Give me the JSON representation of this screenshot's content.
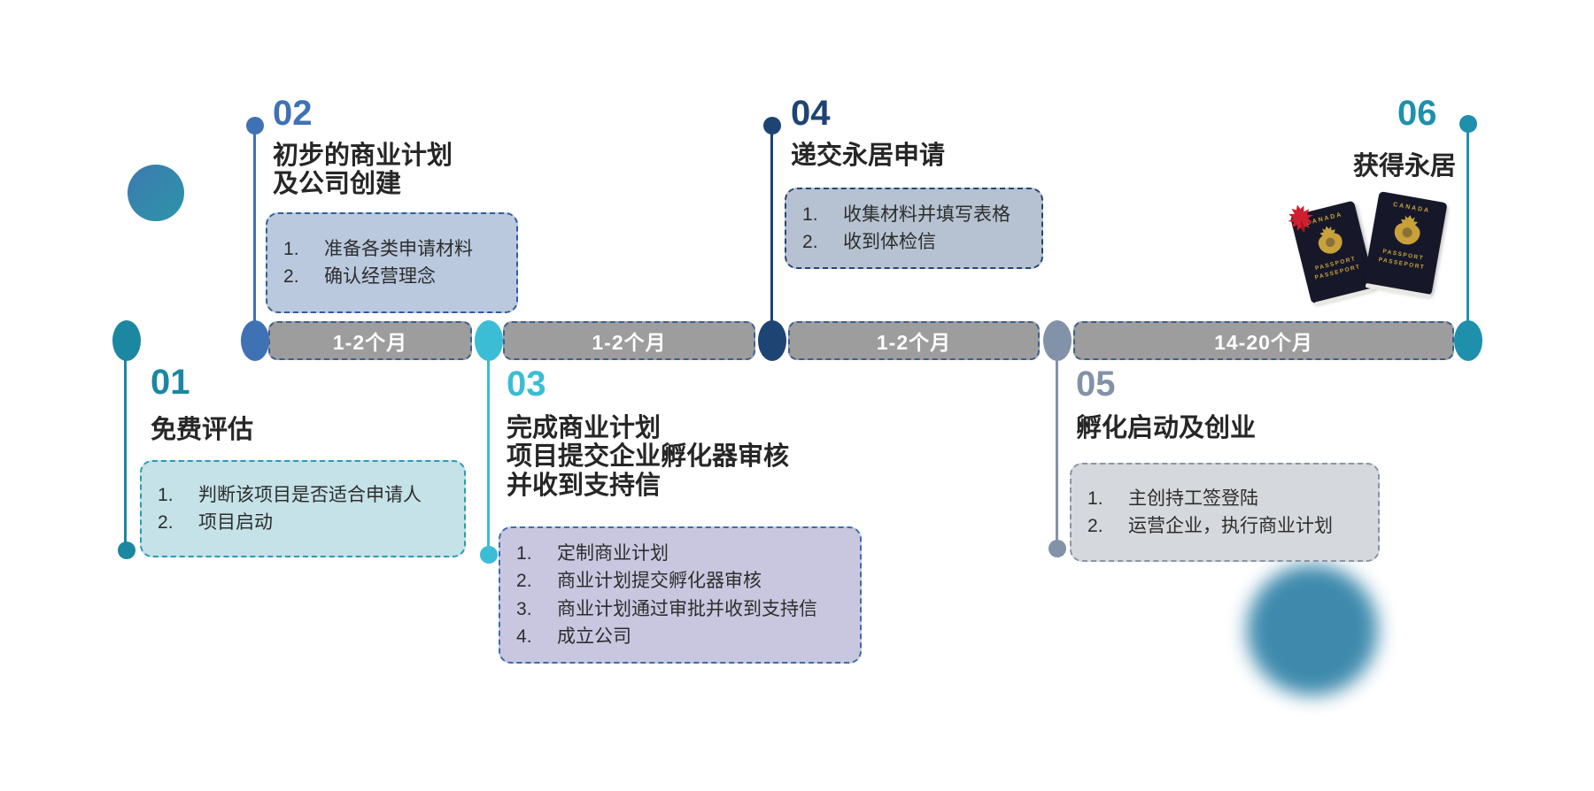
{
  "steps": [
    {
      "number": "01",
      "title": "免费评估",
      "items": [
        "判断该项目是否适合申请人",
        "项目启动"
      ],
      "accent_color": "#1b87a0",
      "box_bg": "#c4e2e7",
      "box_border": "#2b9ab4"
    },
    {
      "number": "02",
      "title_lines": [
        "初步的商业计划",
        "及公司创建"
      ],
      "items": [
        "准备各类申请材料",
        "确认经营理念"
      ],
      "accent_color": "#3e72b4",
      "box_bg": "#bac9de",
      "box_border": "#2d5f9e"
    },
    {
      "number": "03",
      "title_lines": [
        "完成商业计划",
        "项目提交企业孵化器审核",
        "并收到支持信"
      ],
      "items": [
        "定制商业计划",
        "商业计划提交孵化器审核",
        "商业计划通过审批并收到支持信",
        "成立公司"
      ],
      "accent_color": "#3bbdd5",
      "box_bg": "#c9c7e0",
      "box_border": "#3a6ea5"
    },
    {
      "number": "04",
      "title": "递交永居申请",
      "items": [
        "收集材料并填写表格",
        "收到体检信"
      ],
      "accent_color": "#1d4473",
      "box_bg": "#b6c2d1",
      "box_border": "#24466e"
    },
    {
      "number": "05",
      "title": "孵化启动及创业",
      "items": [
        "主创持工签登陆",
        "运营企业，执行商业计划"
      ],
      "accent_color": "#8292a8",
      "box_bg": "#d5d8dd",
      "box_border": "#8b95a4"
    },
    {
      "number": "06",
      "title": "获得永居",
      "accent_color": "#1e90ac"
    }
  ],
  "durations": [
    "1-2个月",
    "1-2个月",
    "1-2个月",
    "14-20个月"
  ],
  "timeline": {
    "bar_bg": "#9d9d9d",
    "bar_border": "#3d5f92",
    "bar_text_color": "#ffffff"
  },
  "passport": {
    "country_label": "CANADA",
    "type_labels": [
      "PASSPORT",
      "PASSEPORT"
    ]
  }
}
